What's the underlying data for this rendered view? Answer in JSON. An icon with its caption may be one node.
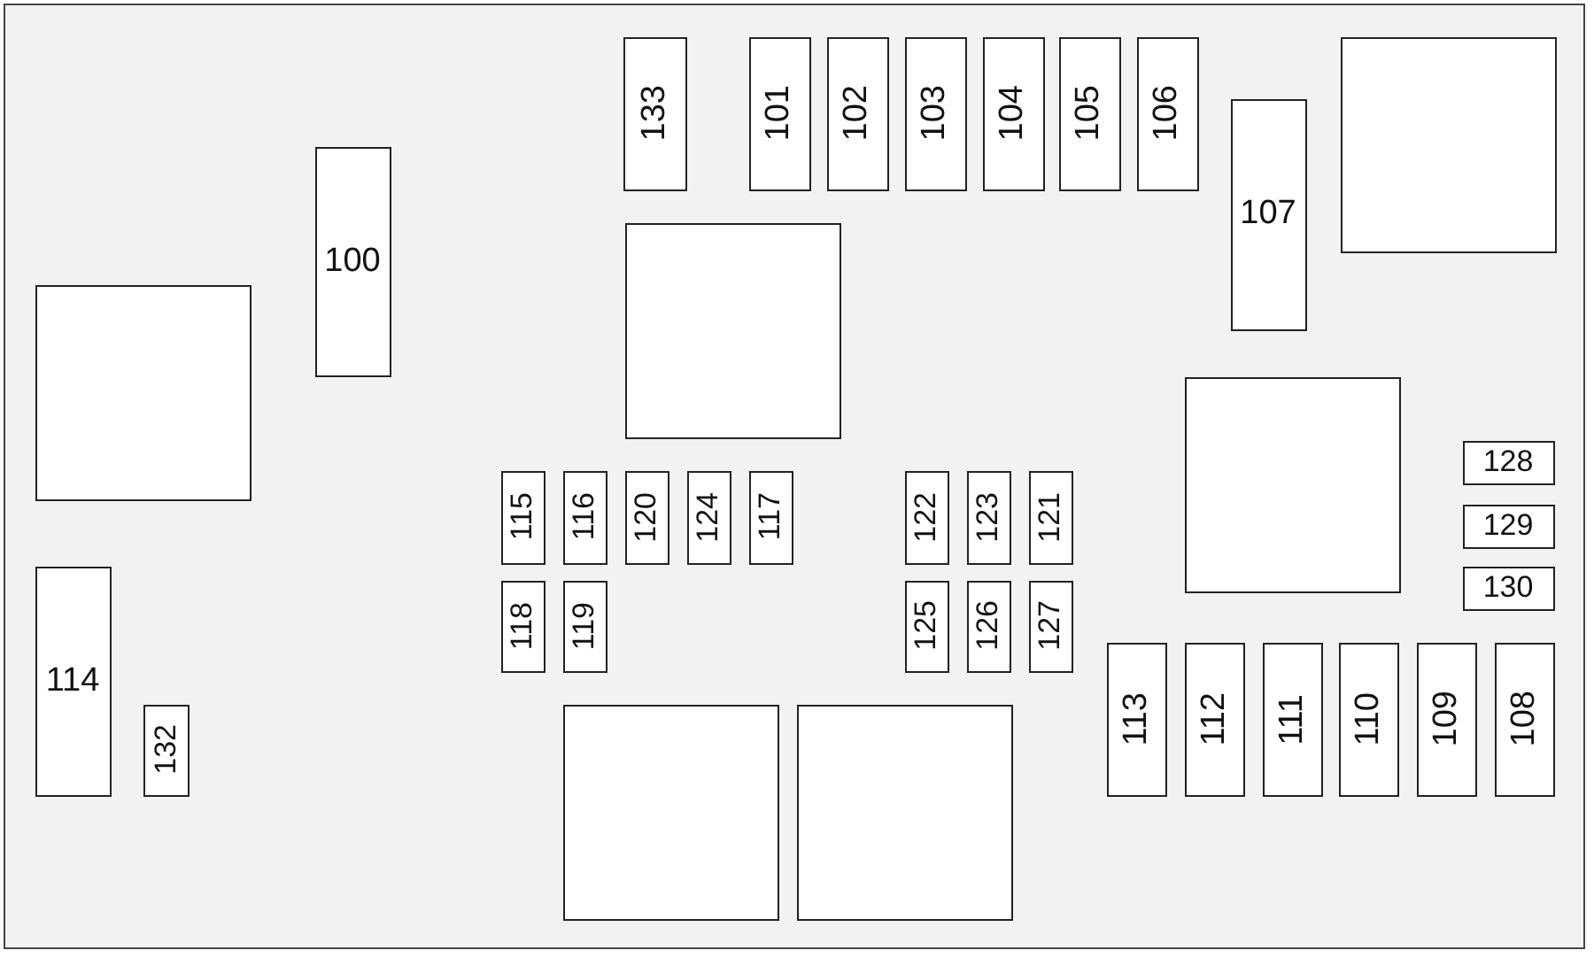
{
  "diagram": {
    "nodes": [
      {
        "text": [
          "133"
        ]
      },
      {
        "text": [
          "101"
        ]
      },
      {
        "text": [
          "102"
        ]
      },
      {
        "text": [
          "103"
        ]
      },
      {
        "text": [
          "104"
        ]
      },
      {
        "text": [
          "105"
        ]
      },
      {
        "text": [
          "106"
        ]
      },
      {
        "text": [],
        "shape": "box"
      },
      {
        "text": [
          "107"
        ]
      },
      {
        "text": [
          "100"
        ]
      },
      {
        "text": [],
        "shape": "box"
      },
      {
        "text": [],
        "shape": "box"
      },
      {
        "text": [],
        "shape": "box"
      },
      {
        "text": [
          "128"
        ]
      },
      {
        "text": [
          "115"
        ]
      },
      {
        "text": [
          "116"
        ]
      },
      {
        "text": [
          "120"
        ]
      },
      {
        "text": [
          "124"
        ]
      },
      {
        "text": [
          "117"
        ]
      },
      {
        "text": [
          "122"
        ]
      },
      {
        "text": [
          "123"
        ]
      },
      {
        "text": [
          "121"
        ]
      },
      {
        "text": [
          "129"
        ]
      },
      {
        "text": [
          "130"
        ]
      },
      {
        "text": [
          "114"
        ]
      },
      {
        "text": [
          "118"
        ]
      },
      {
        "text": [
          "119"
        ]
      },
      {
        "text": [
          "125"
        ]
      },
      {
        "text": [
          "126"
        ]
      },
      {
        "text": [
          "127"
        ]
      },
      {
        "text": [
          "113"
        ]
      },
      {
        "text": [
          "112"
        ]
      },
      {
        "text": [
          "111"
        ]
      },
      {
        "text": [
          "110"
        ]
      },
      {
        "text": [
          "109"
        ]
      },
      {
        "text": [
          "108"
        ]
      },
      {
        "text": [
          "132"
        ]
      },
      {
        "text": [],
        "shape": "box"
      },
      {
        "text": [],
        "shape": "box"
      }
    ]
  }
}
